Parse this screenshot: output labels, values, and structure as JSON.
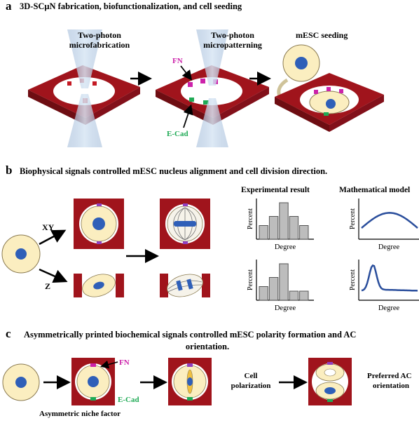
{
  "section_a": {
    "letter": "a",
    "title": "3D-SCμN fabrication, biofunctionalization, and cell seeding",
    "step1_line1": "Two-photon",
    "step1_line2": "microfabrication",
    "step2_line1": "Two-photon",
    "step2_line2": "micropatterning",
    "step3": "mESC seeding",
    "fn": "FN",
    "ecad": "E-Cad"
  },
  "section_b": {
    "letter": "b",
    "title": "Biophysical signals controlled mESC nucleus alignment and cell division direction.",
    "xy": "XY",
    "z": "Z",
    "experimental_title": "Experimental result",
    "model_title": "Mathematical model",
    "ylabel": "Percent",
    "xlabel": "Degree"
  },
  "section_c": {
    "letter": "c",
    "title_line1": "Asymmetrically printed biochemical signals controlled mESC polarity formation and AC",
    "title_line2": "orientation.",
    "fn": "FN",
    "ecad": "E-Cad",
    "asym_label": "Asymmetric niche factor",
    "cell_line1": "Cell",
    "cell_line2": "polarization",
    "pref_line1": "Preferred AC",
    "pref_line2": "orientation"
  },
  "colors": {
    "substrate": "#a0141c",
    "cell": "#fbeec0",
    "nucleus": "#2f5fb8",
    "fn": "#cc22aa",
    "ecad": "#1faa55",
    "bar": "#bdbdbd",
    "curve": "#2a4e9c"
  },
  "chart_data": [
    {
      "type": "bar",
      "title": "Experimental result",
      "xlabel": "Degree",
      "ylabel": "Percent",
      "values": [
        3,
        5,
        8,
        5,
        3
      ]
    },
    {
      "type": "line",
      "title": "Mathematical model",
      "xlabel": "Degree",
      "ylabel": "Percent",
      "shape": "broad central peak"
    },
    {
      "type": "bar",
      "xlabel": "Degree",
      "ylabel": "Percent",
      "values": [
        3,
        5,
        8,
        2,
        2
      ]
    },
    {
      "type": "line",
      "xlabel": "Degree",
      "ylabel": "Percent",
      "shape": "sharp early peak decaying to baseline"
    }
  ]
}
